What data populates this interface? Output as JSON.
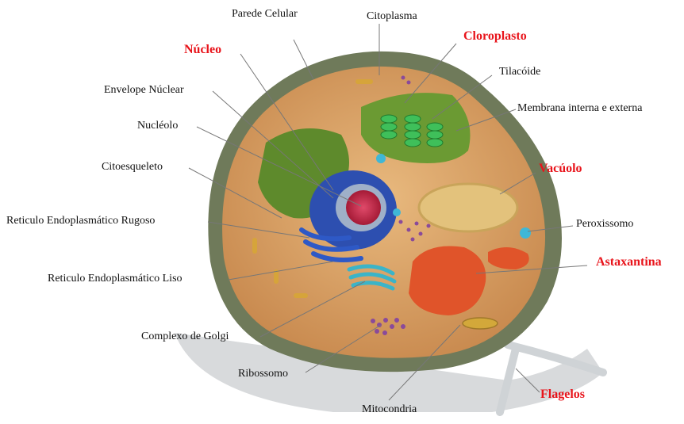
{
  "labels": {
    "parede_celular": "Parede Celular",
    "citoplasma": "Citoplasma",
    "nucleo": "Núcleo",
    "cloroplasto": "Cloroplasto",
    "tilacoide": "Tilacóide",
    "envelope_nuclear": "Envelope Núclear",
    "membrana": "Membrana interna e externa",
    "nucleolo": "Nucléolo",
    "citoesqueleto": "Citoesqueleto",
    "vacuolo": "Vacúolo",
    "reticulo_rugoso": "Reticulo Endoplasmático Rugoso",
    "peroxissomo": "Peroxissomo",
    "astaxantina": "Astaxantina",
    "reticulo_liso": "Reticulo Endoplasmático Liso",
    "golgi": "Complexo de Golgi",
    "ribossomo": "Ribossomo",
    "flagelos": "Flagelos",
    "mitocondria": "Mitocondria"
  },
  "colors": {
    "highlight_label": "#e8141b",
    "cytoplasm": "#d9a46a",
    "cell_wall": "#6f7a5a",
    "chloroplast": "#5e8a2c",
    "nucleus": "#2d4fb0",
    "nucleolus": "#c8284a",
    "vacuole": "#e3c27c",
    "astaxanthin": "#e0542a",
    "golgi": "#3bb4c8",
    "ribosome": "#8a4a9a"
  }
}
